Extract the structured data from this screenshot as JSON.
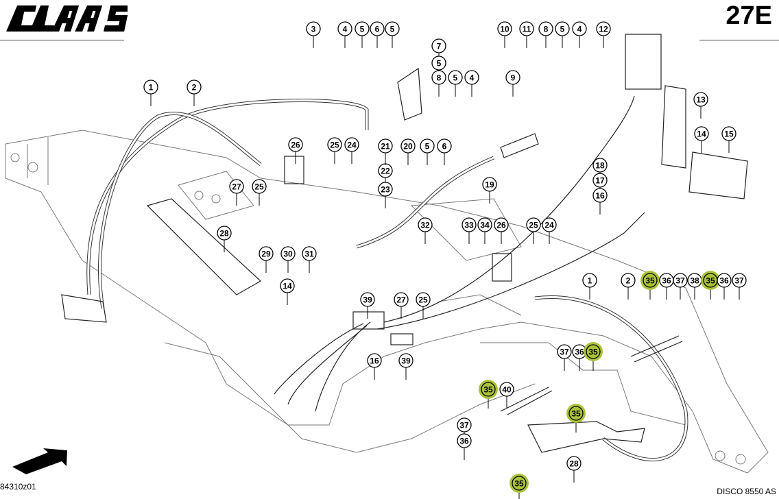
{
  "header": {
    "logo_text": "CLAAS",
    "page_code": "27E"
  },
  "footer": {
    "drawing_id": "84310z01",
    "model": "DISCO 8550 AS"
  },
  "colors": {
    "highlight": "#a9c23a",
    "line": "#000000"
  },
  "icons": {
    "direction_arrow": "arrow-up-right-icon"
  },
  "callouts": [
    "1",
    "2",
    "3",
    "4",
    "5",
    "6",
    "5",
    "7",
    "5",
    "8",
    "5",
    "4",
    "9",
    "10",
    "11",
    "8",
    "5",
    "4",
    "12",
    "13",
    "14",
    "15",
    "18",
    "17",
    "16",
    "26",
    "25",
    "24",
    "22",
    "23",
    "21",
    "20",
    "5",
    "6",
    "19",
    "27",
    "25",
    "28",
    "29",
    "30",
    "31",
    "14",
    "32",
    "33",
    "34",
    "26",
    "25",
    "24",
    "39",
    "27",
    "25",
    "1",
    "2",
    "35",
    "36",
    "37",
    "38",
    "35",
    "36",
    "37",
    "16",
    "39",
    "37",
    "36",
    "35",
    "35",
    "40",
    "35",
    "37",
    "36",
    "28",
    "35"
  ],
  "highlighted_part": "35"
}
